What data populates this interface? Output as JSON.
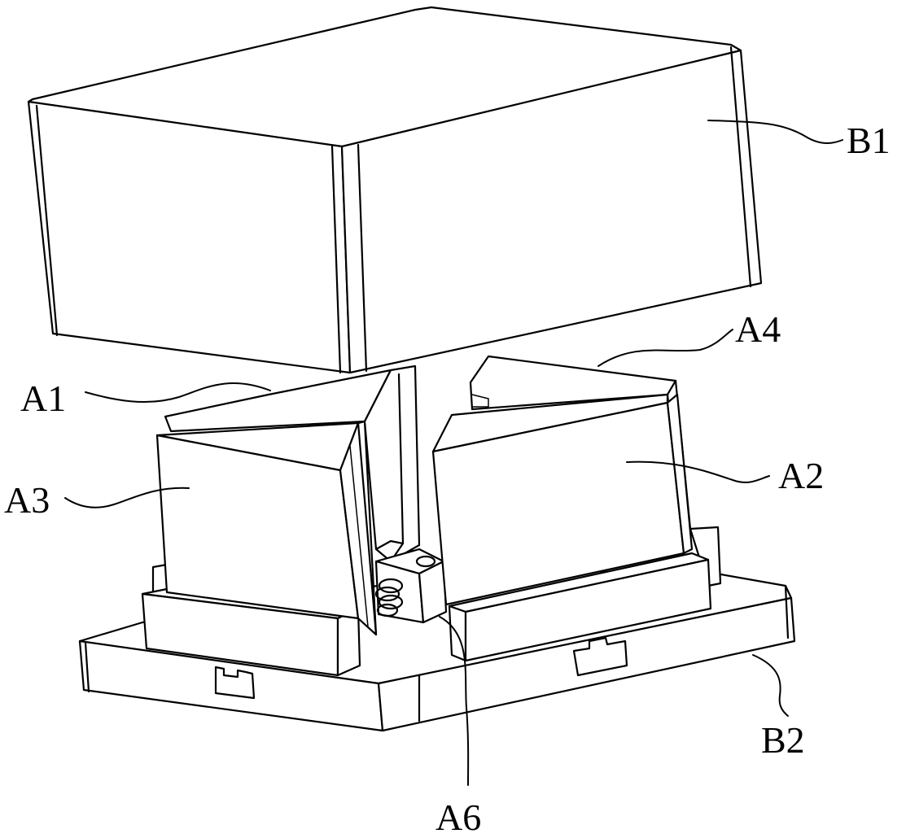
{
  "labels": {
    "b1": "B1",
    "a4": "A4",
    "a1": "A1",
    "a2": "A2",
    "a3": "A3",
    "b2": "B2",
    "a6": "A6"
  }
}
